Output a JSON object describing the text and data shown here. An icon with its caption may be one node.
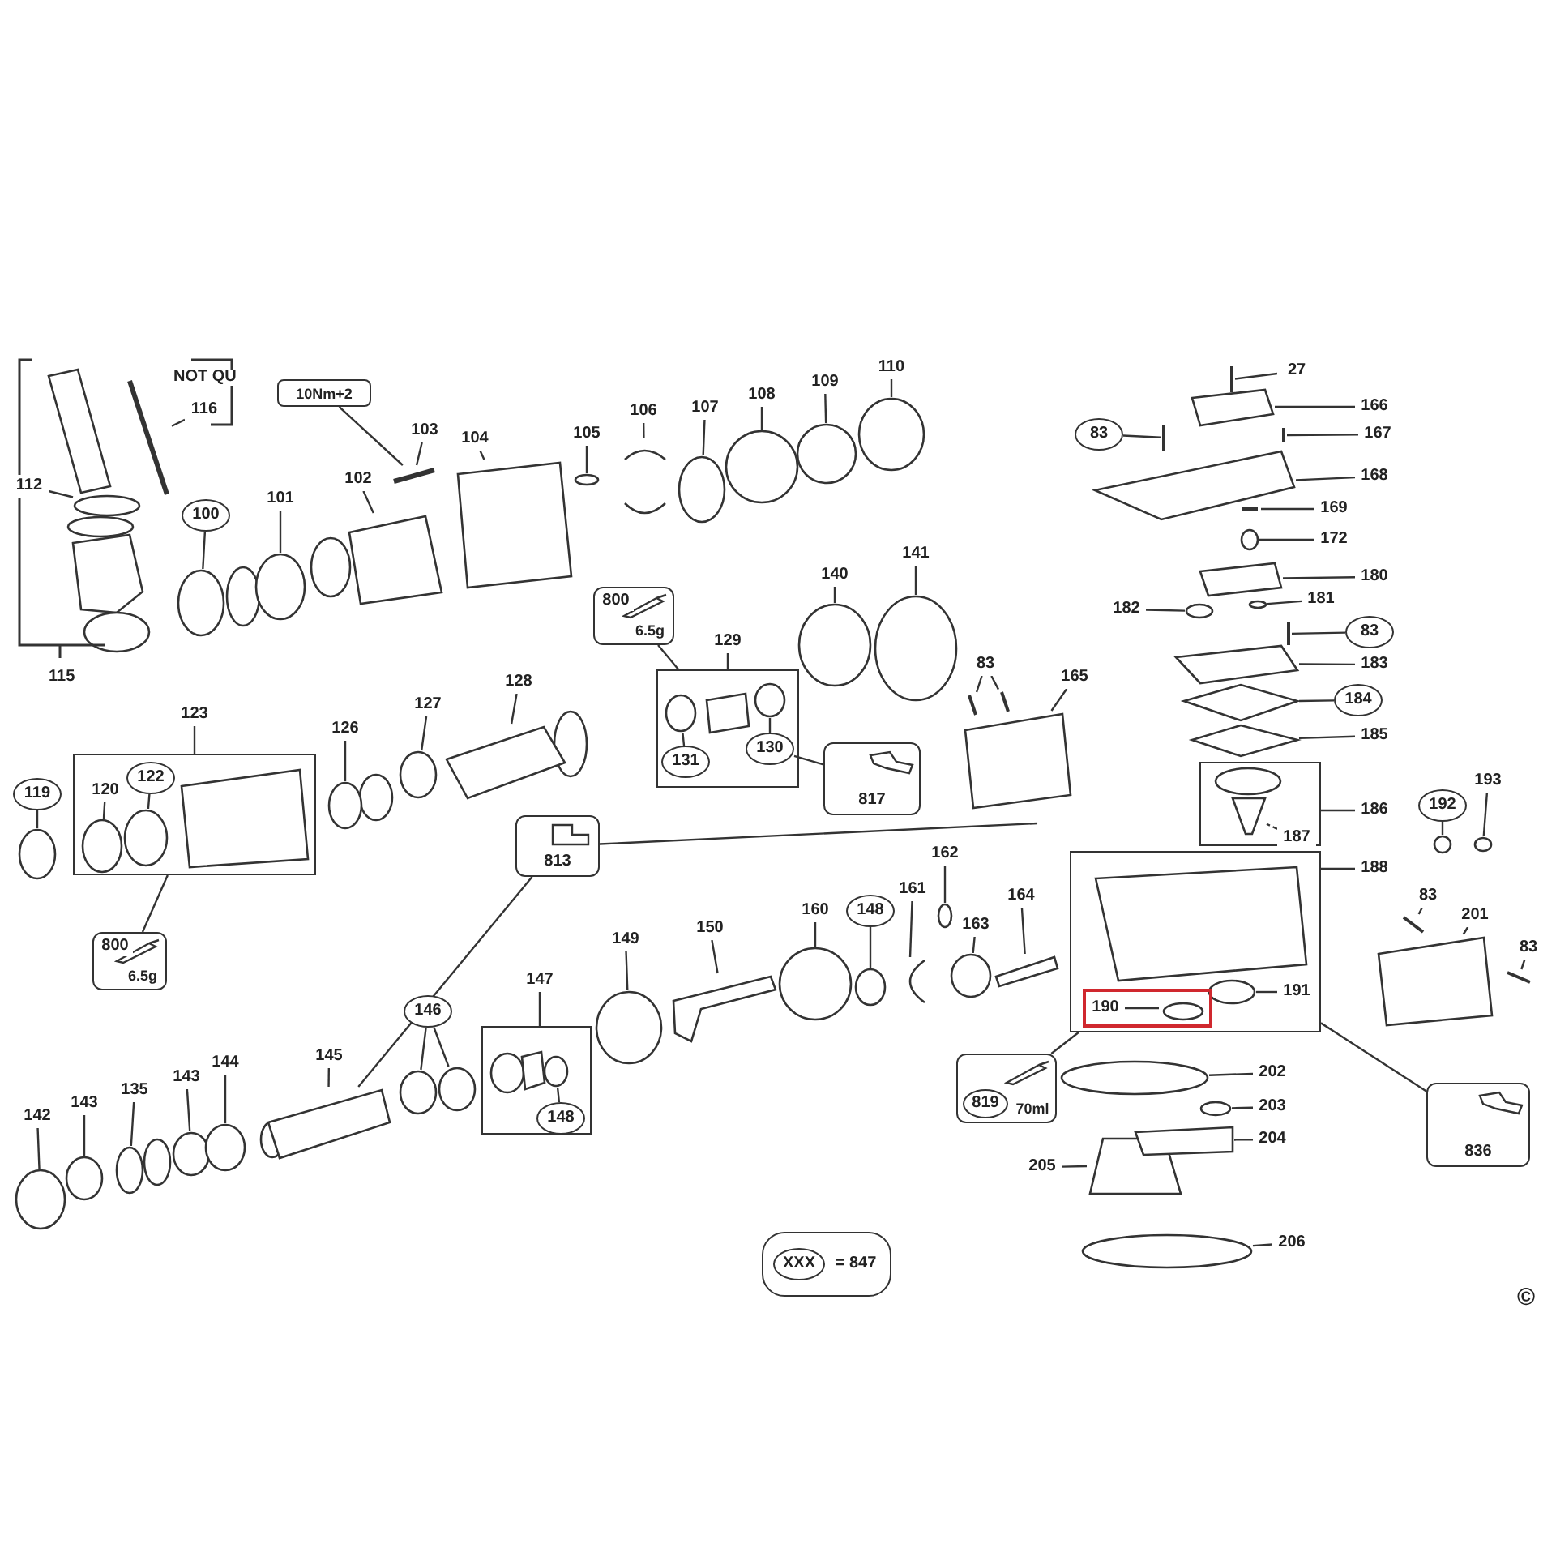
{
  "diagram": {
    "nodes": [
      {
        "text": [
          "116"
        ]
      },
      {
        "text": [
          "10Nm+2"
        ]
      },
      {
        "text": [
          "103"
        ]
      },
      {
        "text": [
          "104"
        ]
      },
      {
        "text": [
          "105"
        ]
      },
      {
        "text": [
          "106"
        ]
      },
      {
        "text": [
          "107"
        ]
      },
      {
        "text": [
          "108"
        ]
      },
      {
        "text": [
          "109"
        ]
      },
      {
        "text": [
          "110"
        ]
      },
      {
        "text": [
          "27"
        ]
      },
      {
        "text": [
          "83"
        ]
      },
      {
        "text": [
          "166"
        ]
      },
      {
        "text": [
          "167"
        ]
      },
      {
        "text": [
          "168"
        ]
      },
      {
        "text": [
          "112"
        ]
      },
      {
        "text": [
          "100"
        ]
      },
      {
        "text": [
          "101"
        ]
      },
      {
        "text": [
          "102"
        ]
      },
      {
        "text": [
          "169"
        ]
      },
      {
        "text": [
          "172"
        ]
      },
      {
        "text": [
          "180"
        ]
      },
      {
        "text": [
          "182"
        ]
      },
      {
        "text": [
          "181"
        ]
      },
      {
        "text": [
          "83"
        ]
      },
      {
        "text": [
          "140"
        ]
      },
      {
        "text": [
          "141"
        ]
      },
      {
        "text": [
          "800",
          "6.5g"
        ]
      },
      {
        "text": [
          "129"
        ]
      },
      {
        "text": [
          "131"
        ],
        "in": 28
      },
      {
        "text": [
          "130"
        ],
        "in": 28
      },
      {
        "text": [
          "817"
        ]
      },
      {
        "text": [
          "83"
        ]
      },
      {
        "text": [
          "165"
        ]
      },
      {
        "text": [
          "183"
        ]
      },
      {
        "text": [
          "184"
        ]
      },
      {
        "text": [
          "185"
        ]
      },
      {
        "text": [
          "123"
        ]
      },
      {
        "text": [
          "120"
        ],
        "in": 37
      },
      {
        "text": [
          "122"
        ],
        "in": 37
      },
      {
        "text": [
          "126"
        ]
      },
      {
        "text": [
          "127"
        ]
      },
      {
        "text": [
          "128"
        ]
      },
      {
        "text": [
          "119"
        ]
      },
      {
        "text": [
          "813"
        ]
      },
      {
        "text": [
          "186"
        ]
      },
      {
        "text": [
          "187"
        ],
        "in": 45
      },
      {
        "text": [
          "192"
        ]
      },
      {
        "text": [
          "193"
        ]
      },
      {
        "text": [
          "188"
        ]
      },
      {
        "text": [
          "190"
        ],
        "in": 49
      },
      {
        "text": [
          "191"
        ],
        "in": 49
      },
      {
        "text": [
          "800",
          "6.5g"
        ]
      },
      {
        "text": [
          "162"
        ]
      },
      {
        "text": [
          "160"
        ]
      },
      {
        "text": [
          "148"
        ]
      },
      {
        "text": [
          "161"
        ]
      },
      {
        "text": [
          "163"
        ]
      },
      {
        "text": [
          "164"
        ]
      },
      {
        "text": [
          "150"
        ]
      },
      {
        "text": [
          "149"
        ]
      },
      {
        "text": [
          "83"
        ]
      },
      {
        "text": [
          "201"
        ]
      },
      {
        "text": [
          "83"
        ]
      },
      {
        "text": [
          "147"
        ]
      },
      {
        "text": [
          "148"
        ],
        "in": 64
      },
      {
        "text": [
          "146"
        ]
      },
      {
        "text": [
          "145"
        ]
      },
      {
        "text": [
          "144"
        ]
      },
      {
        "text": [
          "143"
        ]
      },
      {
        "text": [
          "135"
        ]
      },
      {
        "text": [
          "143"
        ]
      },
      {
        "text": [
          "142"
        ]
      },
      {
        "text": [
          "819",
          "70ml"
        ]
      },
      {
        "text": [
          "202"
        ]
      },
      {
        "text": [
          "203"
        ]
      },
      {
        "text": [
          "204"
        ]
      },
      {
        "text": [
          "205"
        ]
      },
      {
        "text": [
          "836"
        ]
      },
      {
        "text": [
          "206"
        ]
      },
      {
        "text": [
          "XXX",
          "= 847"
        ]
      },
      {
        "text": [],
        "shape": "bar"
      },
      {
        "text": [],
        "shape": "bar"
      },
      {
        "text": [],
        "shape": "box"
      },
      {
        "text": [],
        "shape": "circle"
      },
      {
        "text": [],
        "shape": "arc"
      },
      {
        "text": [],
        "shape": "circle"
      },
      {
        "text": [],
        "shape": "circle"
      },
      {
        "text": [],
        "shape": "circle"
      },
      {
        "text": [],
        "shape": "circle"
      },
      {
        "text": [],
        "shape": "bar"
      },
      {
        "text": [],
        "shape": "bar"
      },
      {
        "text": [],
        "shape": "box"
      },
      {
        "text": [],
        "shape": "bar"
      },
      {
        "text": [],
        "shape": "box"
      },
      {
        "text": [],
        "shape": "circle"
      },
      {
        "text": [],
        "shape": "circle"
      },
      {
        "text": [],
        "shape": "circle"
      },
      {
        "text": [],
        "shape": "box"
      },
      {
        "text": [],
        "shape": "bar"
      },
      {
        "text": [],
        "shape": "circle"
      },
      {
        "text": [],
        "shape": "box"
      },
      {
        "text": [],
        "shape": "circle"
      },
      {
        "text": [],
        "shape": "circle"
      },
      {
        "text": [],
        "shape": "bar"
      },
      {
        "text": [],
        "shape": "circle"
      },
      {
        "text": [],
        "shape": "circle"
      },
      {
        "text": [],
        "shape": "circle",
        "in": 28
      },
      {
        "text": [],
        "shape": "circle",
        "in": 28
      },
      {
        "text": [],
        "shape": "bar"
      },
      {
        "text": [],
        "shape": "bar"
      },
      {
        "text": [],
        "shape": "box"
      },
      {
        "text": [],
        "shape": "box"
      },
      {
        "text": [],
        "shape": "diamond"
      },
      {
        "text": [],
        "shape": "diamond"
      },
      {
        "text": [],
        "shape": "circle",
        "in": 37
      },
      {
        "text": [],
        "shape": "circle",
        "in": 37
      },
      {
        "text": [],
        "shape": "circle"
      },
      {
        "text": [],
        "shape": "circle"
      },
      {
        "text": [],
        "shape": "box"
      },
      {
        "text": [],
        "shape": "circle"
      },
      {
        "text": [],
        "shape": "box",
        "in": 45
      },
      {
        "text": [],
        "shape": "circle"
      },
      {
        "text": [],
        "shape": "circle"
      },
      {
        "text": [],
        "shape": "circle",
        "in": 50
      },
      {
        "text": [],
        "shape": "circle",
        "in": 49
      },
      {
        "text": [],
        "shape": "circle"
      },
      {
        "text": [],
        "shape": "circle"
      },
      {
        "text": [],
        "shape": "circle"
      },
      {
        "text": [],
        "shape": "arc"
      },
      {
        "text": [],
        "shape": "circle"
      },
      {
        "text": [],
        "shape": "box"
      },
      {
        "text": [],
        "shape": "box"
      },
      {
        "text": [],
        "shape": "circle"
      },
      {
        "text": [],
        "shape": "bar"
      },
      {
        "text": [],
        "shape": "box"
      },
      {
        "text": [],
        "shape": "bar"
      },
      {
        "text": [],
        "shape": "circle",
        "in": 64
      },
      {
        "text": [],
        "shape": "circle"
      },
      {
        "text": [],
        "shape": "circle"
      },
      {
        "text": [],
        "shape": "box"
      },
      {
        "text": [],
        "shape": "circle"
      },
      {
        "text": [],
        "shape": "circle"
      },
      {
        "text": [],
        "shape": "circle"
      },
      {
        "text": [],
        "shape": "circle"
      },
      {
        "text": [],
        "shape": "circle"
      },
      {
        "text": [],
        "shape": "circle"
      },
      {
        "text": [],
        "shape": "circle"
      },
      {
        "text": [],
        "shape": "box"
      },
      {
        "text": [],
        "shape": "box"
      },
      {
        "text": [],
        "shape": "circle"
      }
    ],
    "edges": [
      {
        "from": 0,
        "to": 81,
        "arrow": "none"
      },
      {
        "from": 1,
        "to": 82,
        "arrow": "none"
      },
      {
        "from": 2,
        "to": 82,
        "arrow": "none"
      },
      {
        "from": 3,
        "to": 83,
        "arrow": "none"
      },
      {
        "from": 4,
        "to": 84,
        "arrow": "none"
      },
      {
        "from": 5,
        "to": 85,
        "arrow": "none"
      },
      {
        "from": 6,
        "to": 86,
        "arrow": "none"
      },
      {
        "from": 7,
        "to": 87,
        "arrow": "none"
      },
      {
        "from": 8,
        "to": 88,
        "arrow": "none"
      },
      {
        "from": 9,
        "to": 89,
        "arrow": "none"
      },
      {
        "from": 10,
        "to": 90,
        "arrow": "none"
      },
      {
        "from": 11,
        "to": 91,
        "arrow": "none"
      },
      {
        "from": 12,
        "to": 92,
        "arrow": "none"
      },
      {
        "from": 13,
        "to": 93,
        "arrow": "none"
      },
      {
        "from": 14,
        "to": 94,
        "arrow": "none"
      },
      {
        "from": 15,
        "to": 95,
        "arrow": "none"
      },
      {
        "from": 16,
        "to": 96,
        "arrow": "none"
      },
      {
        "from": 17,
        "to": 97,
        "arrow": "none"
      },
      {
        "from": 18,
        "to": 98,
        "arrow": "none"
      },
      {
        "from": 19,
        "to": 99,
        "arrow": "none"
      },
      {
        "from": 20,
        "to": 100,
        "arrow": "none"
      },
      {
        "from": 21,
        "to": 101,
        "arrow": "none"
      },
      {
        "from": 22,
        "to": 102,
        "arrow": "none"
      },
      {
        "from": 23,
        "to": 103,
        "arrow": "none"
      },
      {
        "from": 24,
        "to": 104,
        "arrow": "none"
      },
      {
        "from": 25,
        "to": 105,
        "arrow": "none"
      },
      {
        "from": 26,
        "to": 106,
        "arrow": "none"
      },
      {
        "from": 27,
        "to": 28,
        "arrow": "none"
      },
      {
        "from": 29,
        "to": 107,
        "arrow": "none"
      },
      {
        "from": 30,
        "to": 108,
        "arrow": "none"
      },
      {
        "from": 30,
        "to": 31,
        "arrow": "none"
      },
      {
        "from": 32,
        "to": 109,
        "arrow": "none"
      },
      {
        "from": 33,
        "to": 111,
        "arrow": "none"
      },
      {
        "from": 34,
        "to": 112,
        "arrow": "none"
      },
      {
        "from": 35,
        "to": 113,
        "arrow": "none"
      },
      {
        "from": 36,
        "to": 114,
        "arrow": "none"
      },
      {
        "from": 38,
        "to": 115,
        "arrow": "none"
      },
      {
        "from": 39,
        "to": 116,
        "arrow": "none"
      },
      {
        "from": 40,
        "to": 117,
        "arrow": "none"
      },
      {
        "from": 41,
        "to": 118,
        "arrow": "none"
      },
      {
        "from": 42,
        "to": 119,
        "arrow": "none"
      },
      {
        "from": 43,
        "to": 120,
        "arrow": "none"
      },
      {
        "from": 44,
        "to": 140,
        "arrow": "none"
      },
      {
        "from": 44,
        "to": null,
        "arrow": "none"
      },
      {
        "from": 46,
        "to": 121,
        "arrow": "none",
        "style": "dashed"
      },
      {
        "from": 47,
        "to": 122,
        "arrow": "none"
      },
      {
        "from": 48,
        "to": 123,
        "arrow": "none"
      },
      {
        "from": 50,
        "to": 124,
        "arrow": "none"
      },
      {
        "from": 51,
        "to": 125,
        "arrow": "none"
      },
      {
        "from": 52,
        "to": 37,
        "arrow": "none"
      },
      {
        "from": 53,
        "to": 126,
        "arrow": "none"
      },
      {
        "from": 54,
        "to": 127,
        "arrow": "none"
      },
      {
        "from": 55,
        "to": 128,
        "arrow": "none"
      },
      {
        "from": 56,
        "to": 129,
        "arrow": "none"
      },
      {
        "from": 57,
        "to": 130,
        "arrow": "none"
      },
      {
        "from": 58,
        "to": 131,
        "arrow": "none"
      },
      {
        "from": 59,
        "to": 132,
        "arrow": "none"
      },
      {
        "from": 60,
        "to": 133,
        "arrow": "none"
      },
      {
        "from": 61,
        "to": 134,
        "arrow": "none"
      },
      {
        "from": 62,
        "to": 135,
        "arrow": "none"
      },
      {
        "from": 63,
        "to": 136,
        "arrow": "none"
      },
      {
        "from": 65,
        "to": 137,
        "arrow": "none"
      },
      {
        "from": 66,
        "to": 138,
        "arrow": "none"
      },
      {
        "from": 66,
        "to": 139,
        "arrow": "none"
      },
      {
        "from": 67,
        "to": 140,
        "arrow": "none"
      },
      {
        "from": 68,
        "to": 141,
        "arrow": "none"
      },
      {
        "from": 69,
        "to": 142,
        "arrow": "none"
      },
      {
        "from": 70,
        "to": 143,
        "arrow": "none"
      },
      {
        "from": 71,
        "to": 144,
        "arrow": "none"
      },
      {
        "from": 72,
        "to": 145,
        "arrow": "none"
      },
      {
        "from": 73,
        "to": 49,
        "arrow": "none"
      },
      {
        "from": 74,
        "to": 146,
        "arrow": "none"
      },
      {
        "from": 75,
        "to": 147,
        "arrow": "none"
      },
      {
        "from": 76,
        "to": 148,
        "arrow": "none"
      },
      {
        "from": 77,
        "to": 149,
        "arrow": "none"
      },
      {
        "from": 78,
        "to": 49,
        "arrow": "none"
      },
      {
        "from": 79,
        "to": 150,
        "arrow": "none"
      },
      {
        "from": 32,
        "to": 110,
        "arrow": "none"
      }
    ],
    "labels": [
      "NOT QU",
      "115",
      "©"
    ]
  }
}
